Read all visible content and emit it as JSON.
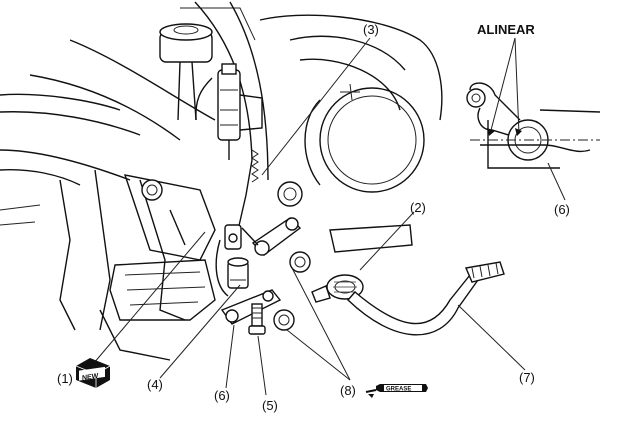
{
  "labels": {
    "c1": "(1)",
    "c2": "(2)",
    "c3": "(3)",
    "c4": "(4)",
    "c5": "(5)",
    "c6a": "(6)",
    "c6b": "(6)",
    "c7": "(7)",
    "c8": "(8)",
    "align": "ALINEAR",
    "new_badge": "NEW",
    "grease_tag": "GREASE"
  },
  "icons": {
    "new_part": "new-part-badge-icon",
    "grease": "grease-tube-icon"
  }
}
